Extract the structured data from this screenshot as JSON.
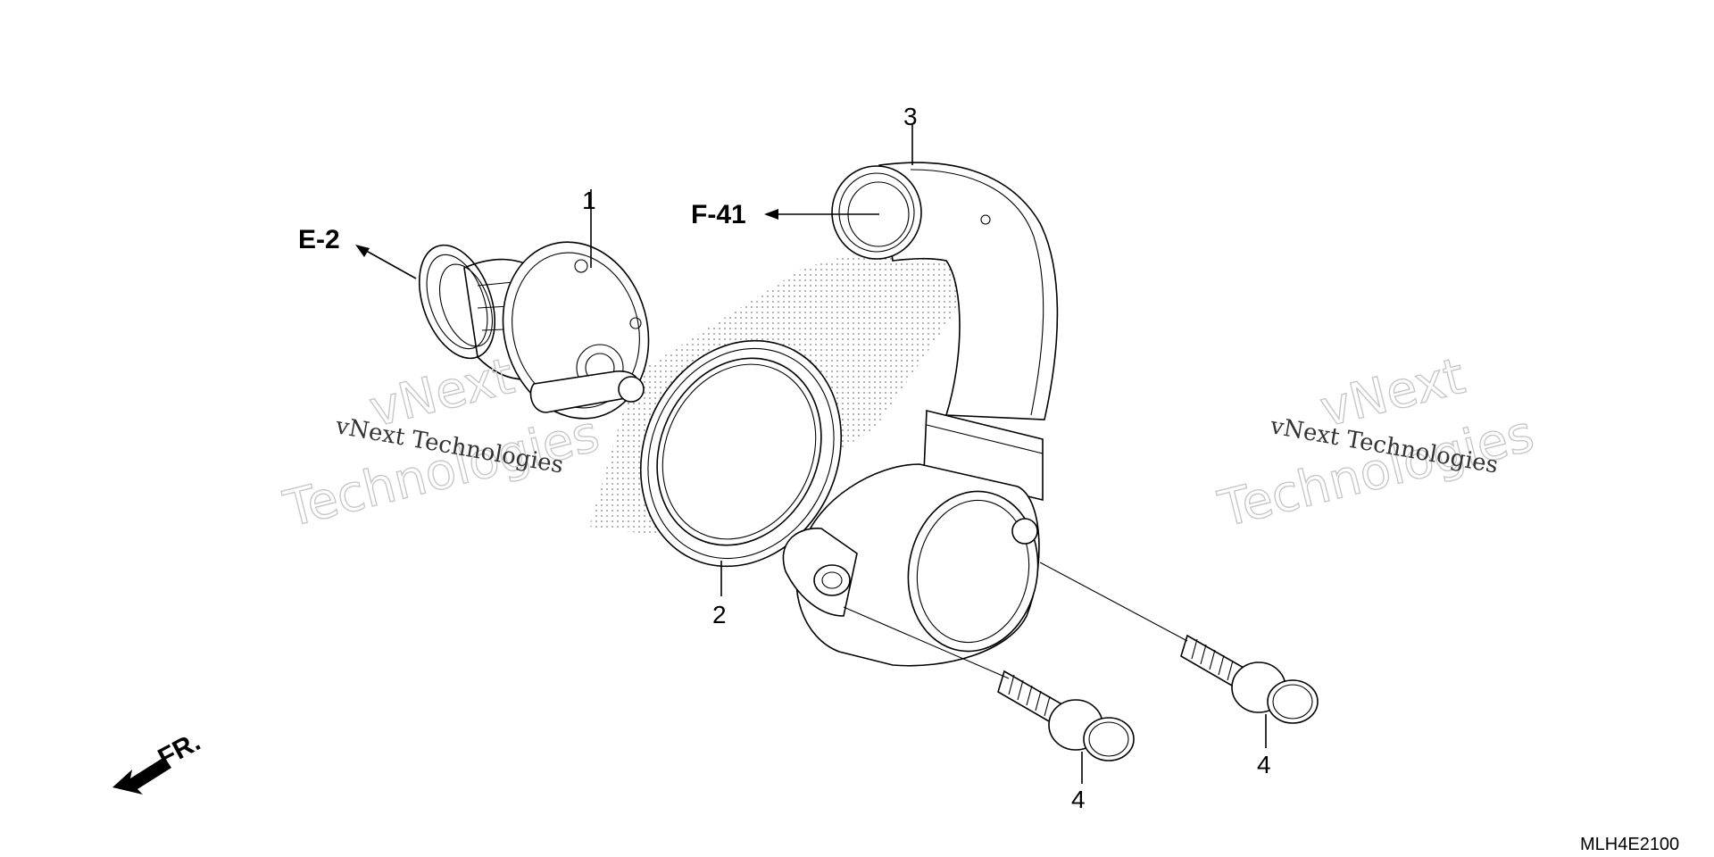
{
  "diagram": {
    "callouts": {
      "thermostat": "1",
      "gasket": "2",
      "water_hose_joint": "3",
      "bolt_left": "4",
      "bolt_right": "4"
    },
    "references": {
      "e2": "E-2",
      "f41": "F-41"
    },
    "front_label": "FR.",
    "diagram_code": "MLH4E2100",
    "watermark": {
      "line_small": "vNext Technologies",
      "line_big_1": "vNext",
      "line_big_2": "Technologies"
    }
  }
}
